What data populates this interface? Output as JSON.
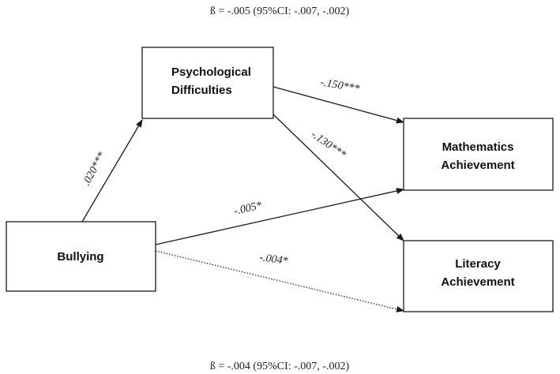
{
  "effects": {
    "top": "ß = -.005 (95%CI: -.007, -.002)",
    "bottom": "ß = -.004 (95%CI: -.007, -.002)"
  },
  "nodes": {
    "psych": {
      "line1": "Psychological",
      "line2": "Difficulties"
    },
    "bullying": {
      "label": "Bullying"
    },
    "math": {
      "line1": "Mathematics",
      "line2": "Achievement"
    },
    "literacy": {
      "line1": "Literacy",
      "line2": "Achievement"
    }
  },
  "paths": {
    "bullying_to_psych": ".020***",
    "psych_to_math": "-.150***",
    "psych_to_literacy": "-.130***",
    "bullying_to_math": "-.005*",
    "bullying_to_literacy": "-.004*"
  }
}
